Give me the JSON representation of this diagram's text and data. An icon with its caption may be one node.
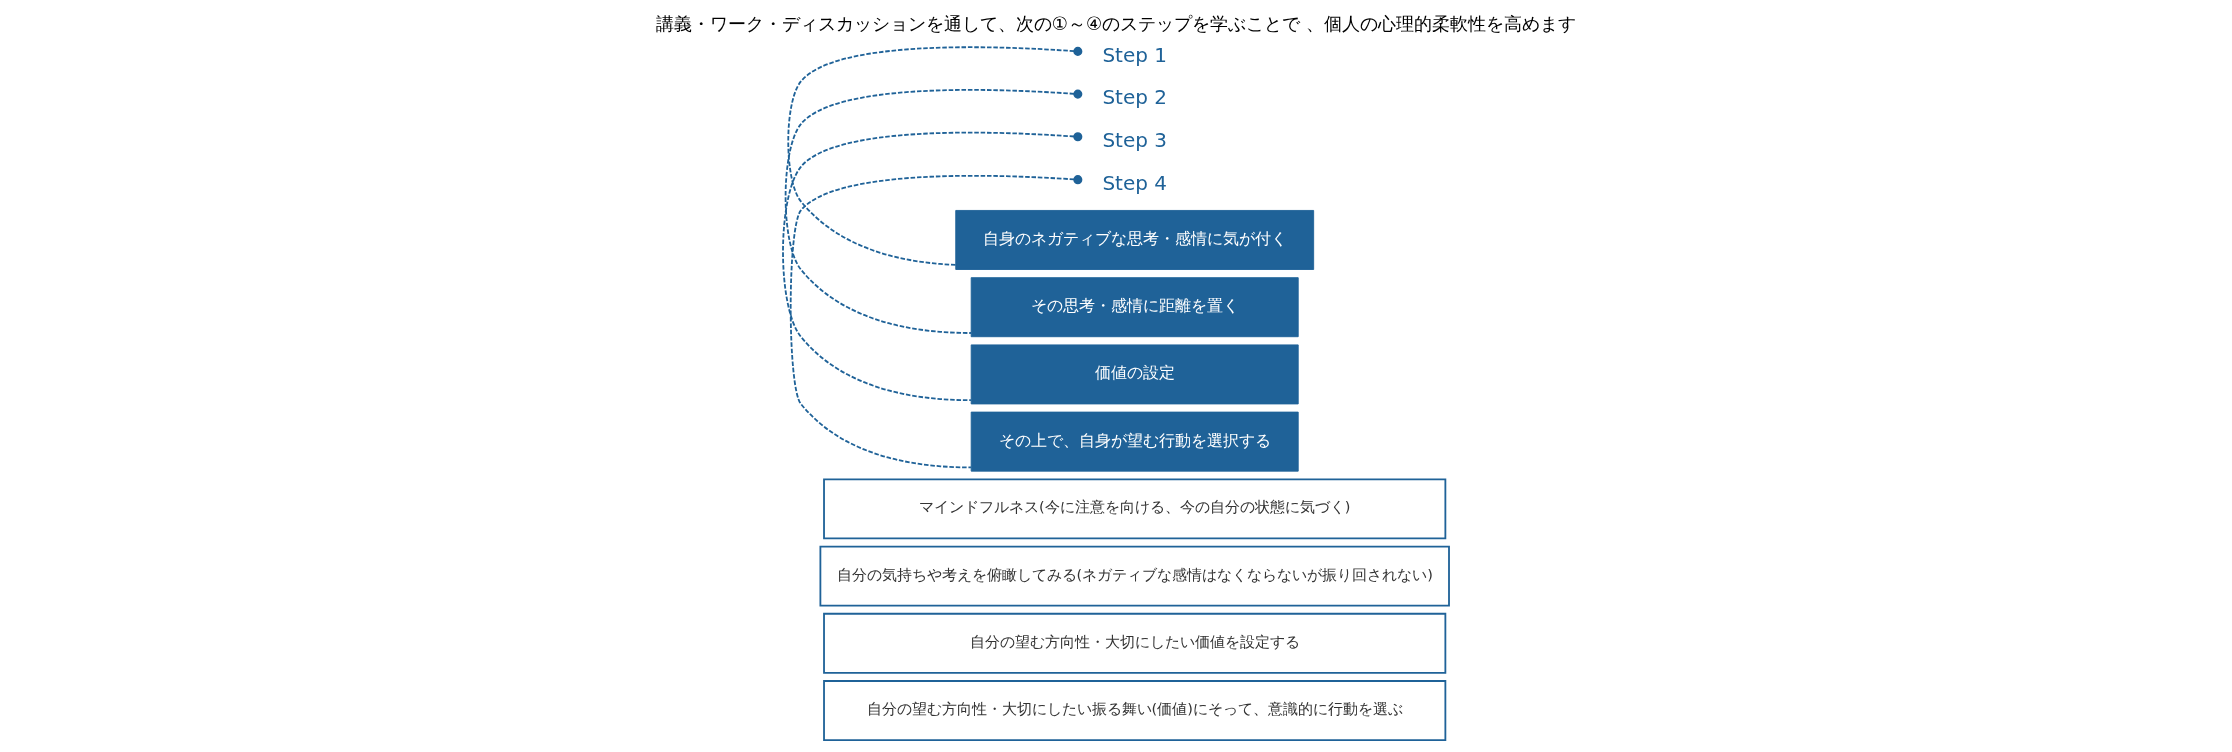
{
  "diagram": {
    "title": "講義・ワーク・ディスカッションを通して、次の①～④のステップを学ぶことで 、個人の心理的柔軟性を高めます",
    "nodes": [
      {
        "text": [
          "Step 1"
        ]
      },
      {
        "text": [
          "自身のネガティブな思考・感情に気が付く"
        ]
      },
      {
        "text": [
          "マインドフルネス(今に注意を向ける、今の自分の状態に気づく)"
        ]
      },
      {
        "text": [
          "Step 2"
        ]
      },
      {
        "text": [
          "その思考・感情に距離を置く"
        ]
      },
      {
        "text": [
          "自分の気持ちや考えを俯瞰してみる(ネガティブな感情はなくならないが振り回されない)"
        ]
      },
      {
        "text": [
          "Step 3"
        ]
      },
      {
        "text": [
          "価値の設定"
        ]
      },
      {
        "text": [
          "自分の望む方向性・大切にしたい価値を設定する"
        ]
      },
      {
        "text": [
          "Step 4"
        ]
      },
      {
        "text": [
          "その上で、自身が望む行動を選択する"
        ]
      },
      {
        "text": [
          "自分の望む方向性・大切にしたい振る舞い(価値)にそって、意識的に行動を選ぶ"
        ]
      }
    ],
    "edges": [
      {
        "from": 0,
        "to": 1,
        "arrow": "other",
        "style": "dashed"
      },
      {
        "from": 3,
        "to": 4,
        "arrow": "other",
        "style": "dashed"
      },
      {
        "from": 6,
        "to": 7,
        "arrow": "other",
        "style": "dashed"
      },
      {
        "from": 9,
        "to": 10,
        "arrow": "other",
        "style": "dashed"
      }
    ]
  }
}
